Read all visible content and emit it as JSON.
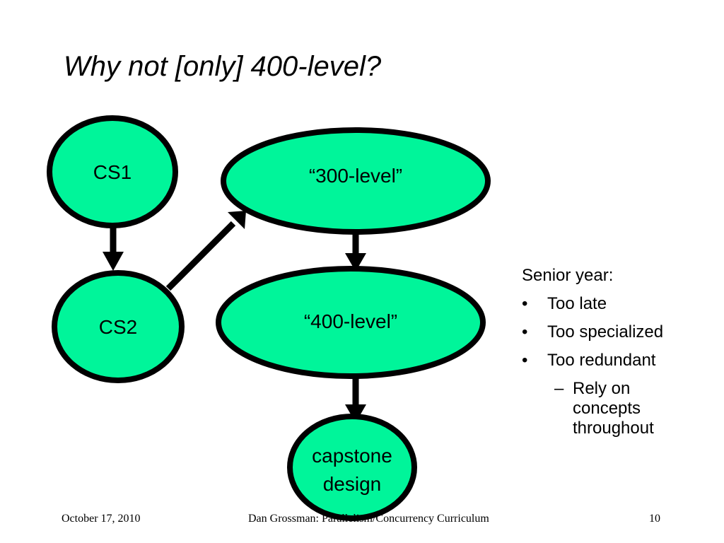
{
  "slide": {
    "title": "Why not [only] 400-level?"
  },
  "colors": {
    "node_fill": "#00f59a",
    "stroke": "#000000",
    "background": "#ffffff"
  },
  "diagram": {
    "nodes": [
      {
        "id": "cs1",
        "lines": [
          "CS1"
        ]
      },
      {
        "id": "cs2",
        "lines": [
          "CS2"
        ]
      },
      {
        "id": "level300",
        "lines": [
          "“300-level”"
        ]
      },
      {
        "id": "level400",
        "lines": [
          "“400-level”"
        ]
      },
      {
        "id": "capstone",
        "lines": [
          "capstone",
          "design"
        ]
      }
    ],
    "edges": [
      {
        "from": "cs1",
        "to": "cs2"
      },
      {
        "from": "cs2",
        "to": "level300"
      },
      {
        "from": "level300",
        "to": "level400"
      },
      {
        "from": "level400",
        "to": "capstone"
      }
    ]
  },
  "notes": {
    "heading": "Senior year:",
    "bullet_glyph": "•",
    "dash_glyph": "–",
    "items": [
      {
        "text": "Too late"
      },
      {
        "text": "Too specialized"
      },
      {
        "text": "Too redundant"
      }
    ],
    "subitem": "Rely on concepts throughout"
  },
  "footer": {
    "date": "October 17, 2010",
    "center": "Dan Grossman: Parallelism/Concurrency Curriculum",
    "page": "10"
  }
}
